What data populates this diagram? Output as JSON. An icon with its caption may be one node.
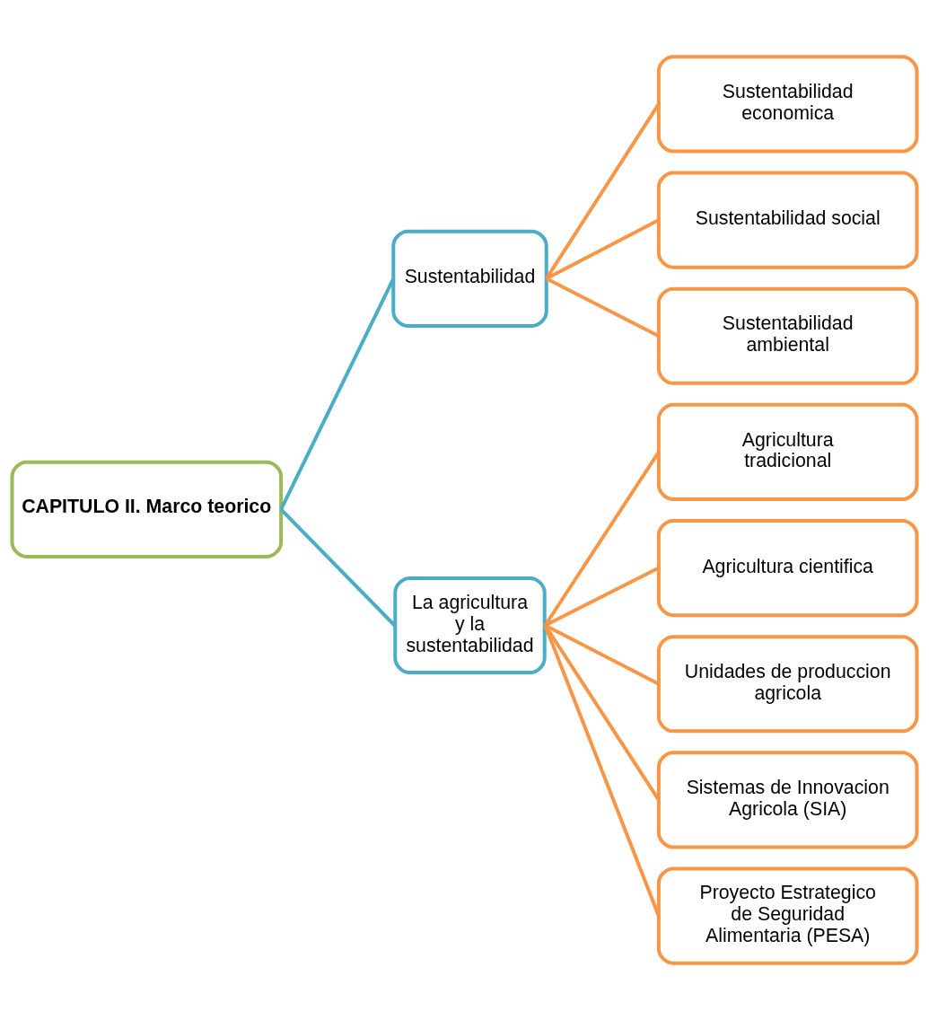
{
  "diagram": {
    "nodes": [
      {
        "text": [
          "CAPITULO II. Marco teorico"
        ]
      },
      {
        "text": [
          "Sustentabilidad"
        ]
      },
      {
        "text": [
          "Sustentabilidad economica"
        ]
      },
      {
        "text": [
          "Sustentabilidad social"
        ]
      },
      {
        "text": [
          "Sustentabilidad ambiental"
        ]
      },
      {
        "text": [
          "La agricultura y la sustentabilidad"
        ]
      },
      {
        "text": [
          "Agricultura tradicional"
        ]
      },
      {
        "text": [
          "Agricultura cientifica"
        ]
      },
      {
        "text": [
          "Unidades de produccion agricola"
        ]
      },
      {
        "text": [
          "Sistemas de Innovacion Agricola (SIA)"
        ]
      },
      {
        "text": [
          "Proyecto Estrategico de Seguridad Alimentaria (PESA)"
        ]
      }
    ],
    "edges": [
      {
        "from": 0,
        "to": 1,
        "arrow": "none",
        "color": "#4bacc6"
      },
      {
        "from": 0,
        "to": 5,
        "arrow": "none",
        "color": "#4bacc6"
      },
      {
        "from": 1,
        "to": 2,
        "arrow": "none"
      },
      {
        "from": 1,
        "to": 3,
        "arrow": "none"
      },
      {
        "from": 1,
        "to": 4,
        "arrow": "none"
      },
      {
        "from": 5,
        "to": 6,
        "arrow": "none"
      },
      {
        "from": 5,
        "to": 7,
        "arrow": "none"
      },
      {
        "from": 5,
        "to": 8,
        "arrow": "none"
      },
      {
        "from": 5,
        "to": 9,
        "arrow": "none"
      },
      {
        "from": 5,
        "to": 10,
        "arrow": "none"
      }
    ]
  }
}
